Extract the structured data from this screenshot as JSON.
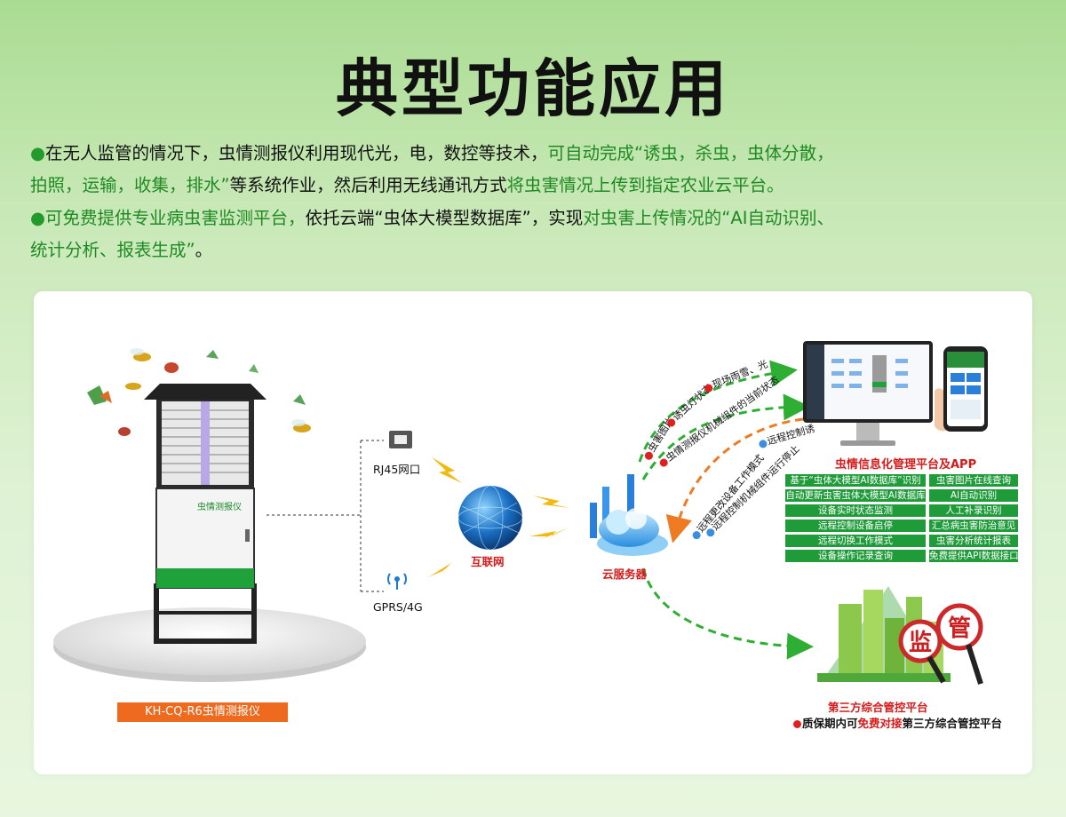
{
  "title": "典型功能应用",
  "para1": {
    "a": "在无人监管的情况下，虫情测报仪利用现代光，电，数控等技术，",
    "b": "可自动完成“诱虫，杀虫，虫体分散，",
    "c": "拍照，运输，收集，排水”",
    "d": "等系统作业，然后利用无线通讯方式",
    "e": "将虫害情况上传到指定农业云平台。"
  },
  "para2": {
    "a": "可免费提供专业病虫害监测平台，",
    "b": "依托云端“虫体大模型数据库”，实现",
    "c": "对虫害上传情况的“AI自动识别、",
    "d": "统计分析、报表生成”",
    "e": "。"
  },
  "device": {
    "name": "KH-CQ-R6虫情测报仪",
    "panel_label": "虫情测报仪"
  },
  "network": {
    "rj45": "RJ45网口",
    "gprs": "GPRS/4G",
    "internet": "互联网",
    "cloud": "云服务器"
  },
  "upload_arrow": {
    "items": [
      "虫害图片",
      "诱虫灯状态",
      "现场雨雪、光",
      "虫情测报仪机械组件的当前状态"
    ]
  },
  "control_arrow": {
    "items": [
      "远程控制诱",
      "远程更改设备工作模式",
      "远程控制机械组件运行停止"
    ]
  },
  "platform": {
    "title": "虫情信息化管理平台及APP",
    "rows": [
      [
        "基于“虫体大模型AI数据库”识别",
        "虫害图片在线查询"
      ],
      [
        "自动更新虫害虫体大模型AI数据库",
        "AI自动识别"
      ],
      [
        "设备实时状态监测",
        "人工补录识别"
      ],
      [
        "远程控制设备启停",
        "汇总病虫害防治意见"
      ],
      [
        "远程切换工作模式",
        "虫害分析统计报表"
      ],
      [
        "设备操作记录查询",
        "免费提供API数据接口"
      ]
    ]
  },
  "third_party": {
    "title": "第三方综合管控平台",
    "note_a": "质保期内可",
    "note_b": "免费对接",
    "note_c": "第三方综合管控平台",
    "sign1": "监",
    "sign2": "管"
  },
  "colors": {
    "green": "#1f9b3a",
    "red": "#d61a1a",
    "orange": "#ee6a1e",
    "blue": "#2a7fd8"
  }
}
